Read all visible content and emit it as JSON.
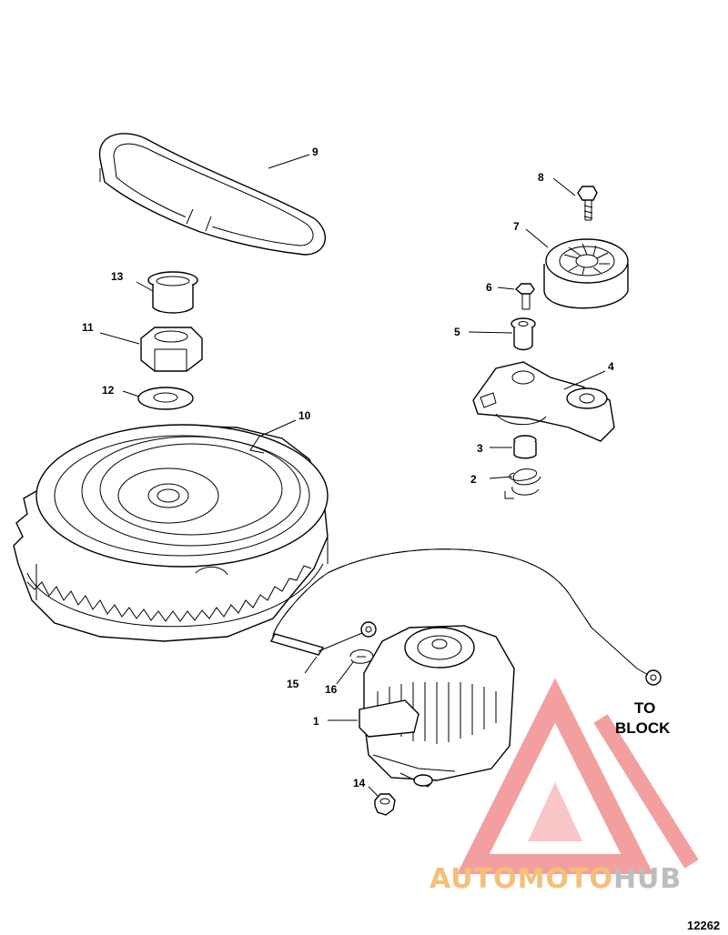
{
  "callouts": [
    "1",
    "2",
    "3",
    "4",
    "5",
    "6",
    "7",
    "8",
    "9",
    "10",
    "11",
    "12",
    "13",
    "14",
    "15",
    "16"
  ],
  "note": {
    "line1": "TO",
    "line2": "BLOCK"
  },
  "figure_number": "12262",
  "watermark": {
    "part1": "AUTO",
    "part2": "MOTO",
    "part3": "HUB",
    "color_light": "#f3c07a",
    "color_dark": "#bdbdbd",
    "logo_color": "#f08080"
  }
}
